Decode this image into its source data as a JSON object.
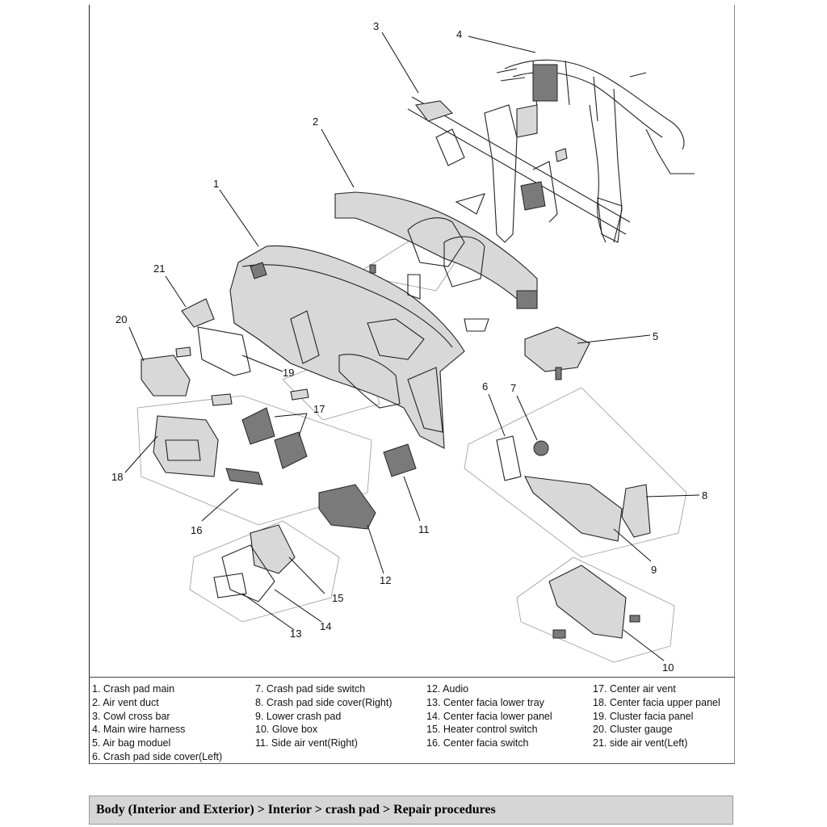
{
  "callouts": [
    {
      "id": "1"
    },
    {
      "id": "2"
    },
    {
      "id": "3"
    },
    {
      "id": "4"
    },
    {
      "id": "5"
    },
    {
      "id": "6"
    },
    {
      "id": "7"
    },
    {
      "id": "8"
    },
    {
      "id": "9"
    },
    {
      "id": "10"
    },
    {
      "id": "11"
    },
    {
      "id": "12"
    },
    {
      "id": "13"
    },
    {
      "id": "14"
    },
    {
      "id": "15"
    },
    {
      "id": "16"
    },
    {
      "id": "17"
    },
    {
      "id": "18"
    },
    {
      "id": "19"
    },
    {
      "id": "20"
    },
    {
      "id": "21"
    }
  ],
  "legend": {
    "columns": [
      [
        "1. Crash pad main",
        "2. Air vent duct",
        "3. Cowl cross bar",
        "4. Main wire harness",
        "5. Air bag moduel",
        "6. Crash pad side cover(Left)"
      ],
      [
        "7. Crash pad side switch",
        "8. Crash pad side cover(Right)",
        "9. Lower crash pad",
        "10. Glove box",
        "11. Side air vent(Right)"
      ],
      [
        "12. Audio",
        "13. Center facia lower tray",
        "14. Center facia lower panel",
        "15. Heater control switch",
        "16. Center facia switch"
      ],
      [
        "17. Center air vent",
        "18. Center facia upper panel",
        "19. Cluster facia panel",
        "20. Cluster gauge",
        "21. side air vent(Left)"
      ]
    ]
  },
  "breadcrumb": {
    "text": "Body (Interior and Exterior) > Interior > crash pad > Repair procedures"
  }
}
